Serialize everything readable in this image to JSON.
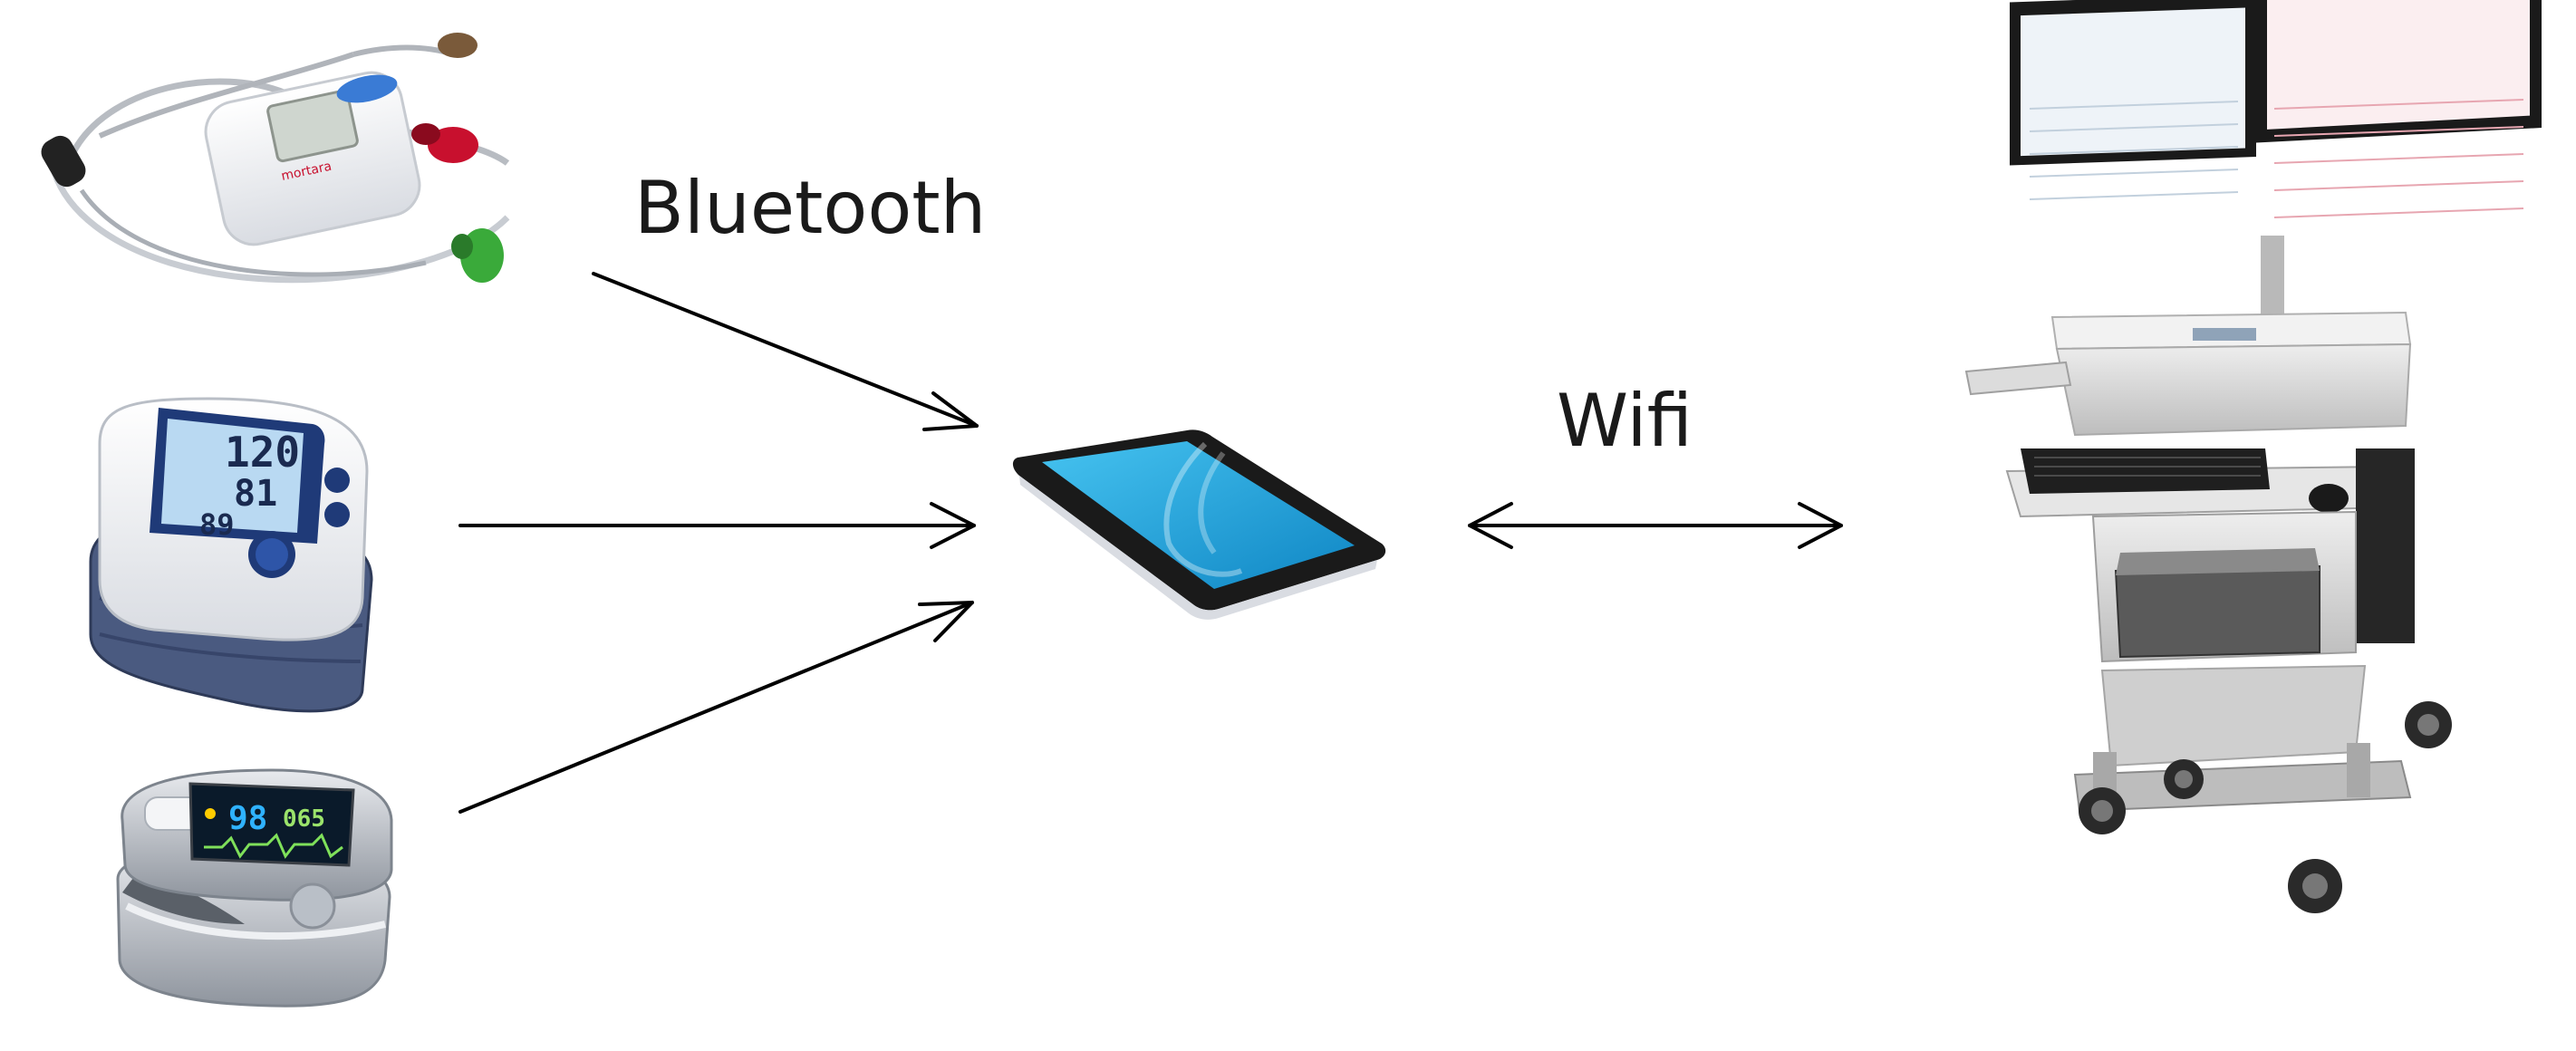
{
  "labels": {
    "bluetooth": "Bluetooth",
    "wifi": "Wifi"
  },
  "devices": {
    "ecg": {
      "icon": "ecg-holter-icon",
      "screen_text": ""
    },
    "bp": {
      "icon": "blood-pressure-monitor-icon",
      "reading_top": "120",
      "reading_mid": "81",
      "reading_bottom": "89"
    },
    "oximeter": {
      "icon": "pulse-oximeter-icon",
      "reading_left": "98",
      "reading_right": "065"
    },
    "tablet": {
      "icon": "tablet-icon"
    },
    "workstation": {
      "icon": "medical-workstation-cart-icon"
    }
  },
  "colors": {
    "arrow": "#000000",
    "tablet_screen": "#22a6df",
    "device_body": "#f2f3f5",
    "bp_screen": "#b9d9f2",
    "bp_cuff": "#4a5a80",
    "oximeter_screen": "#0a1a2a",
    "ecg_red": "#c8102e",
    "ecg_green": "#3aaa3a",
    "cart_body": "#d8d8d8",
    "monitor_frame": "#1a1a1a"
  }
}
